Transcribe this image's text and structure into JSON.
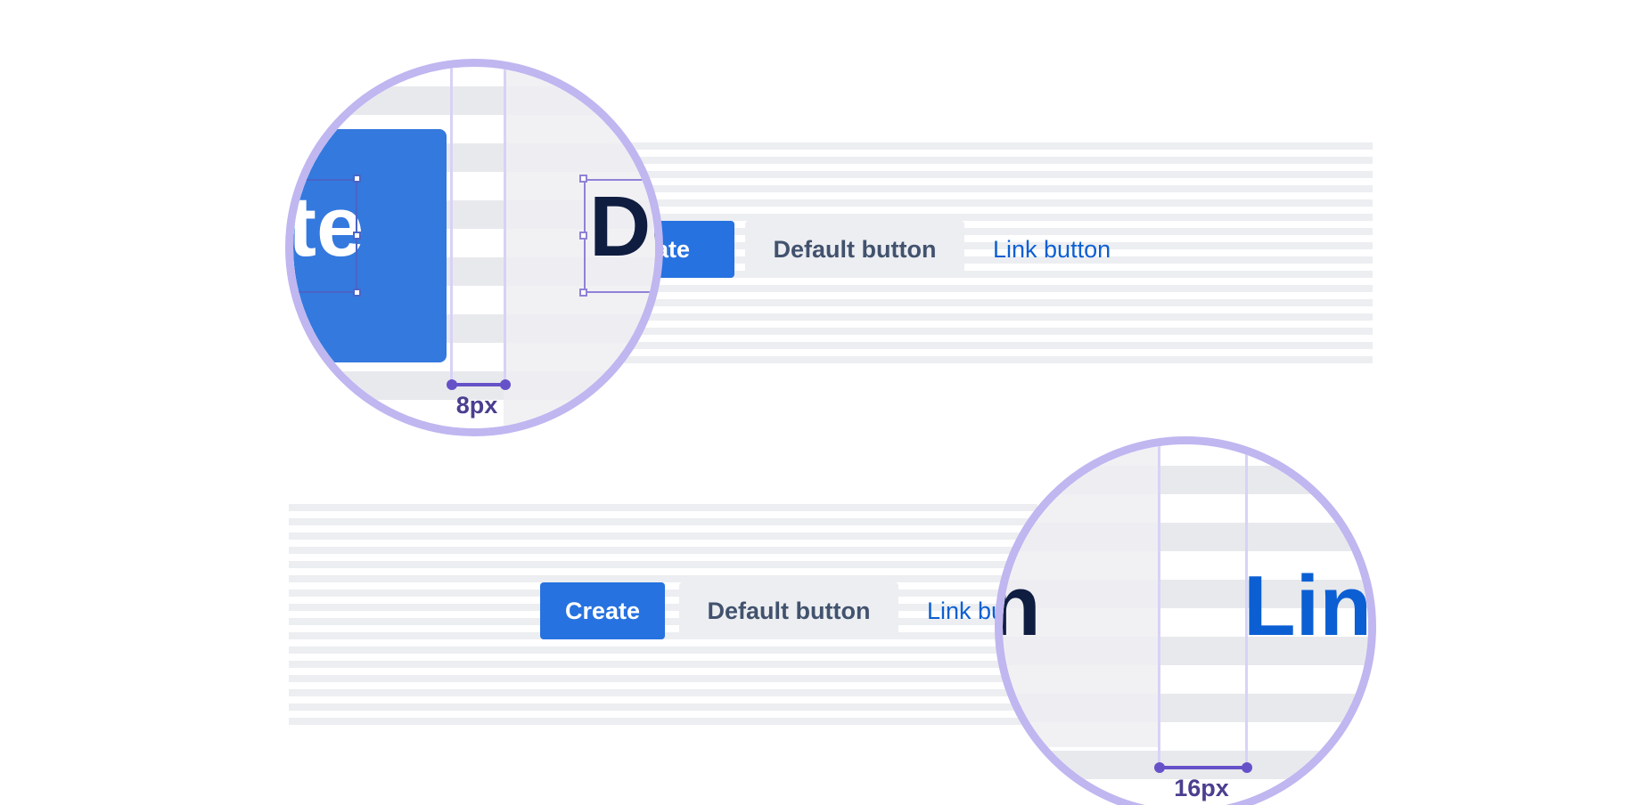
{
  "top_example": {
    "primary_label": "Create",
    "default_label": "Default button",
    "link_label": "Link button"
  },
  "bottom_example": {
    "primary_label": "Create",
    "default_label": "Default button",
    "link_label": "Link button"
  },
  "magnifier_top": {
    "left_text": "te",
    "right_text": "De",
    "measure": "8px"
  },
  "magnifier_bottom": {
    "left_text": "n",
    "right_text": "Lin",
    "measure": "16px"
  },
  "colors": {
    "primary": "#2672e0",
    "default_bg": "#eceef1",
    "default_text": "#42526e",
    "link": "#0b5fd3",
    "magnifier_ring": "#c0b6f0",
    "measure": "#6652c8"
  }
}
